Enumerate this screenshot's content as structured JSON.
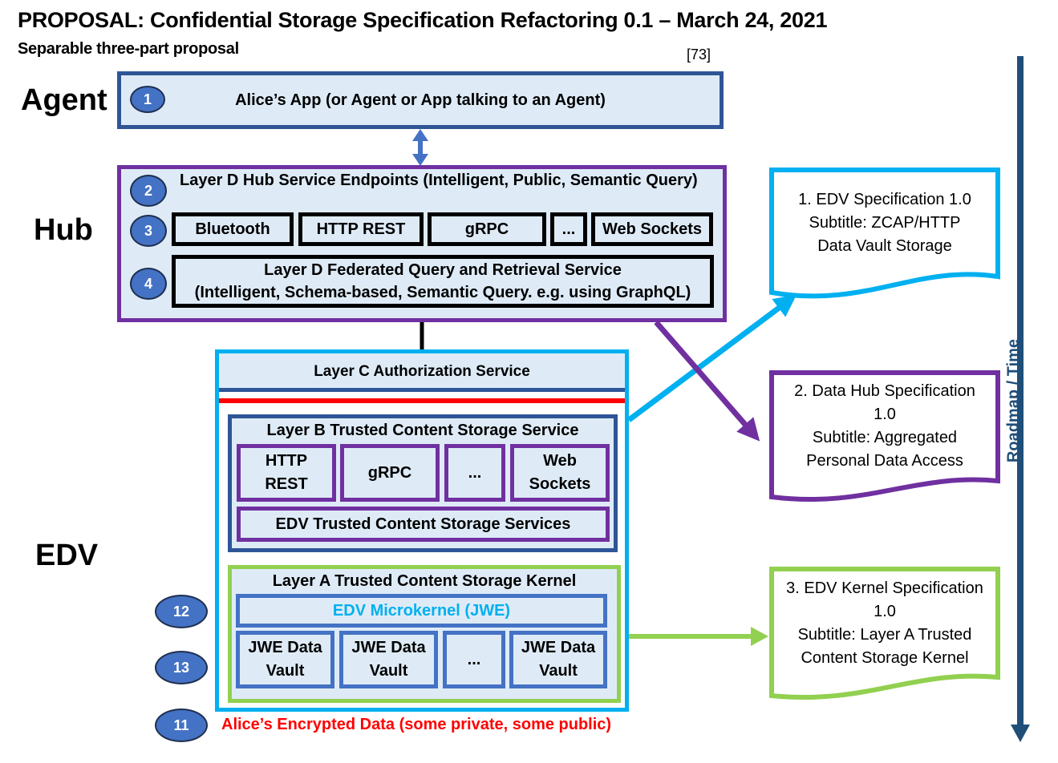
{
  "header": {
    "title": "PROPOSAL: Confidential Storage Specification Refactoring 0.1 – March 24, 2021",
    "subtitle": "Separable three-part proposal",
    "reference": "[73]"
  },
  "side_labels": {
    "agent": "Agent",
    "hub": "Hub",
    "edv": "EDV"
  },
  "agent": {
    "badge": "1",
    "label": "Alice’s App (or Agent or App talking to an Agent)"
  },
  "hub": {
    "badges": [
      "2",
      "3",
      "4"
    ],
    "endpoints_title": "Layer D Hub Service Endpoints (Intelligent, Public, Semantic Query)",
    "protocols": [
      "Bluetooth",
      "HTTP REST",
      "gRPC",
      "...",
      "Web Sockets"
    ],
    "federated_line1": "Layer D Federated Query and Retrieval Service",
    "federated_line2": "(Intelligent, Schema-based, Semantic Query. e.g. using GraphQL)"
  },
  "edv": {
    "layer_c": "Layer C Authorization Service",
    "layer_b": {
      "title": "Layer B Trusted Content Storage Service",
      "protocols": [
        {
          "line1": "HTTP",
          "line2": "REST"
        },
        {
          "line1": "gRPC",
          "line2": ""
        },
        {
          "line1": "...",
          "line2": ""
        },
        {
          "line1": "Web",
          "line2": "Sockets"
        }
      ],
      "services": "EDV Trusted Content Storage Services"
    },
    "layer_a": {
      "title": "Layer A Trusted Content Storage Kernel",
      "microkernel": "EDV Microkernel (JWE)",
      "vaults": [
        {
          "line1": "JWE Data",
          "line2": "Vault"
        },
        {
          "line1": "JWE Data",
          "line2": "Vault"
        },
        {
          "line1": "...",
          "line2": ""
        },
        {
          "line1": "JWE Data",
          "line2": "Vault"
        }
      ]
    },
    "badges": {
      "kernel": "12",
      "vaults": "13",
      "data": "11"
    },
    "encrypted_data": "Alice’s Encrypted Data (some private, some public)"
  },
  "specs": [
    {
      "lines": [
        "1. EDV Specification 1.0",
        "Subtitle: ZCAP/HTTP",
        "Data Vault Storage"
      ],
      "color": "#00b0f0"
    },
    {
      "lines": [
        "2. Data Hub Specification",
        "1.0",
        "Subtitle: Aggregated",
        "Personal Data Access"
      ],
      "color": "#7030a0"
    },
    {
      "lines": [
        "3. EDV Kernel Specification",
        "1.0",
        "Subtitle: Layer A Trusted",
        "Content Storage Kernel"
      ],
      "color": "#92d050"
    }
  ],
  "roadmap": {
    "label": "Roadmap / Time",
    "color": "#1f4e79"
  },
  "colors": {
    "agent_border": "#2f5597",
    "hub_border": "#7030a0",
    "edv_border": "#00b0f0",
    "kernel_border": "#92d050",
    "box_fill": "#deebf7",
    "badge_fill": "#4472c4",
    "authorization_line": "#ff0000"
  }
}
